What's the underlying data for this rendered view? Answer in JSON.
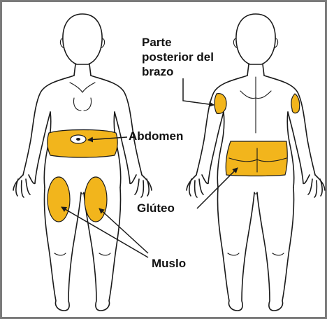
{
  "labels": {
    "upper_arm": "Parte\nposterior del\nbrazo",
    "abdomen": "Abdomen",
    "gluteus": "Glúteo",
    "thigh": "Muslo"
  },
  "colors": {
    "zone": "#f2b51c",
    "outline": "#1a1a1a",
    "frame": "#7a7a7a"
  }
}
